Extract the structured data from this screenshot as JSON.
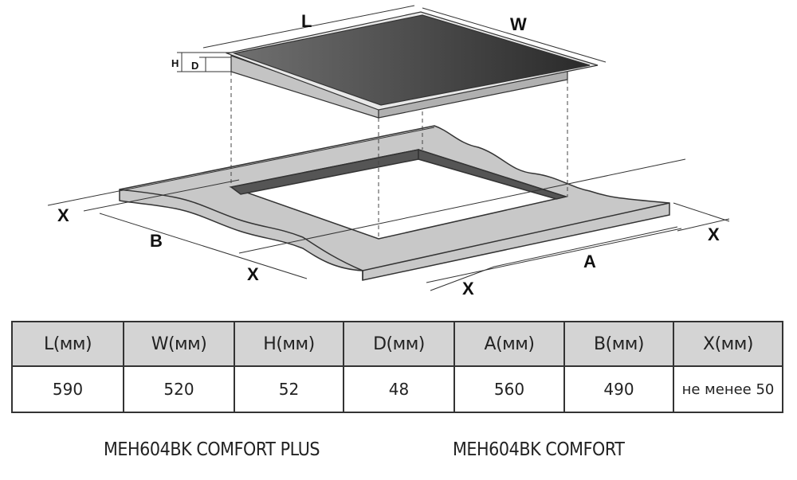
{
  "diagram": {
    "labels": {
      "L": "L",
      "W": "W",
      "H": "H",
      "D": "D",
      "A": "A",
      "B": "B",
      "X": "X"
    }
  },
  "table": {
    "headers": [
      "L(мм)",
      "W(мм)",
      "H(мм)",
      "D(мм)",
      "A(мм)",
      "B(мм)",
      "X(мм)"
    ],
    "values": [
      "590",
      "520",
      "52",
      "48",
      "560",
      "490",
      "не менее 50"
    ]
  },
  "models": [
    "MEH604BK COMFORT PLUS",
    "MEH604BK COMFORT"
  ]
}
